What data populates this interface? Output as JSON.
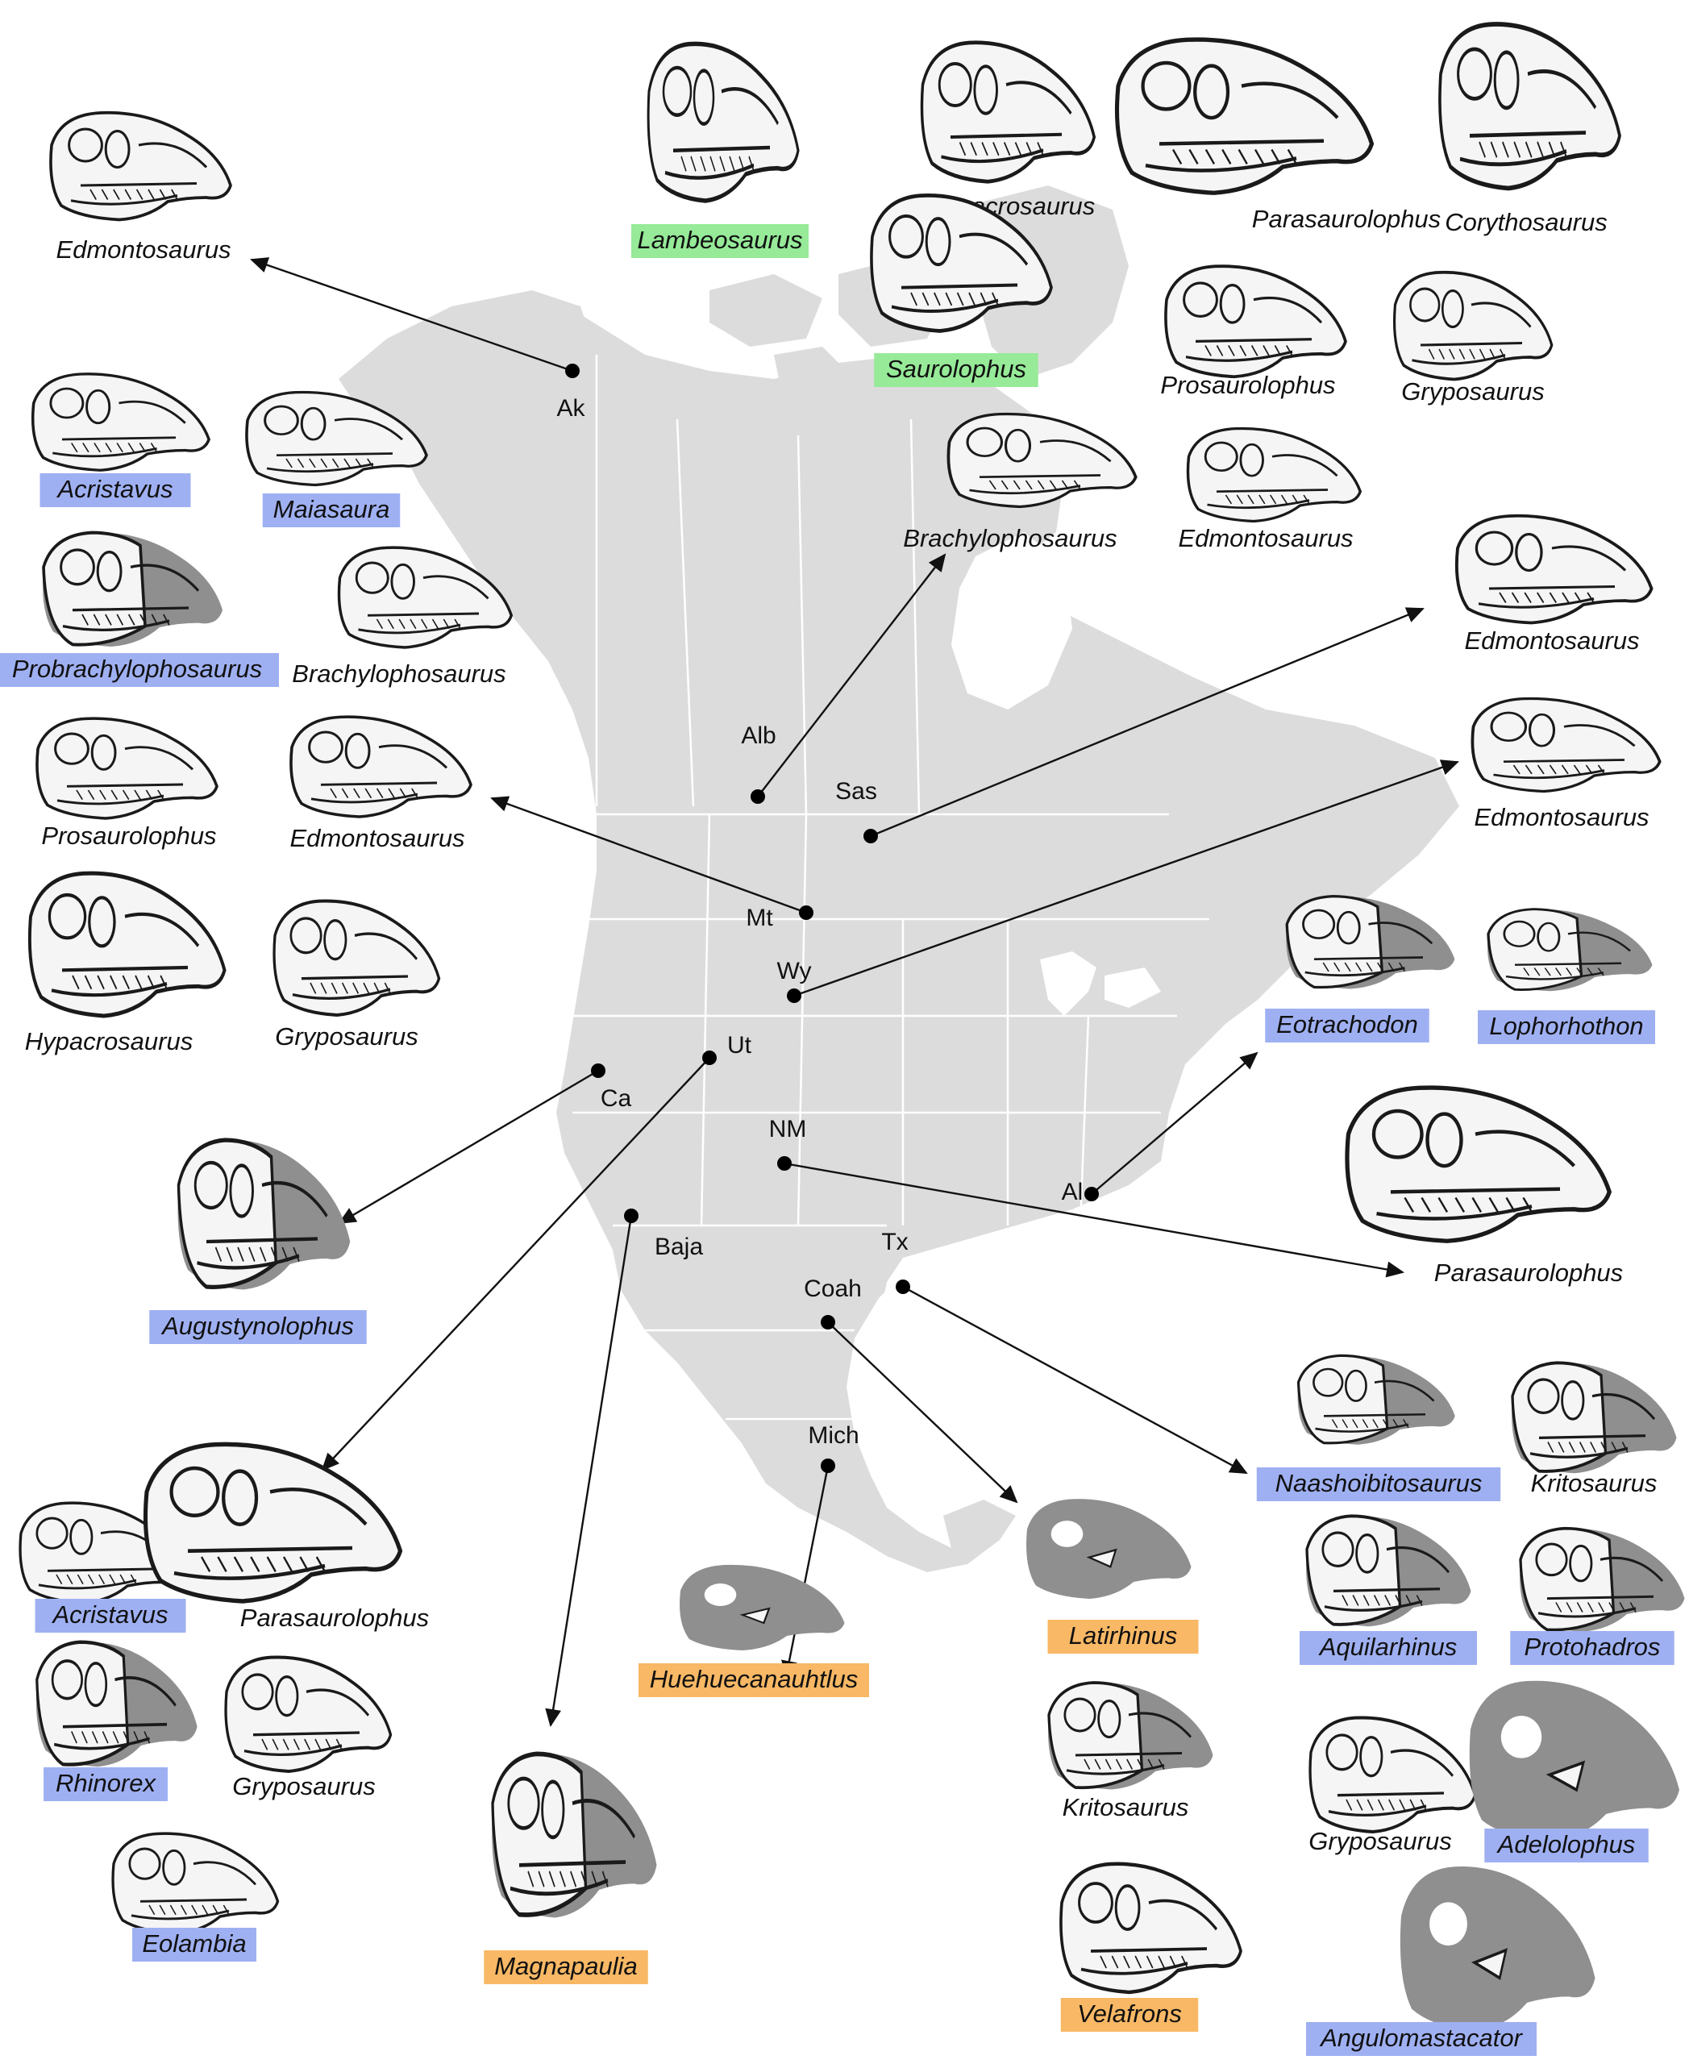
{
  "colors": {
    "land": "#dcdcdc",
    "borders": "#ffffff",
    "blue_highlight": "#9fb0f2",
    "green_highlight": "#96ea98",
    "orange_highlight": "#f8b865",
    "silhouette": "#8f8f8f"
  },
  "sites": [
    {
      "id": "ak",
      "label": "Ak"
    },
    {
      "id": "alb",
      "label": "Alb"
    },
    {
      "id": "sas",
      "label": "Sas"
    },
    {
      "id": "mt",
      "label": "Mt"
    },
    {
      "id": "wy",
      "label": "Wy"
    },
    {
      "id": "ut",
      "label": "Ut"
    },
    {
      "id": "ca",
      "label": "Ca"
    },
    {
      "id": "nm",
      "label": "NM"
    },
    {
      "id": "al",
      "label": "Al"
    },
    {
      "id": "baja",
      "label": "Baja"
    },
    {
      "id": "tx",
      "label": "Tx"
    },
    {
      "id": "coah",
      "label": "Coah"
    },
    {
      "id": "mich",
      "label": "Mich"
    }
  ],
  "taxa": [
    {
      "id": "edmontosaurus-ak",
      "name": "Edmontosaurus",
      "highlight": "none",
      "style": "drawn"
    },
    {
      "id": "lambeosaurus",
      "name": "Lambeosaurus",
      "highlight": "green",
      "style": "drawn"
    },
    {
      "id": "hypacrosaurus-top",
      "name": "Hypacrosaurus",
      "highlight": "none",
      "style": "drawn"
    },
    {
      "id": "parasaurolophus-top",
      "name": "Parasaurolophus",
      "highlight": "none",
      "style": "drawn"
    },
    {
      "id": "corythosaurus",
      "name": "Corythosaurus",
      "highlight": "none",
      "style": "drawn"
    },
    {
      "id": "saurolophus",
      "name": "Saurolophus",
      "highlight": "green",
      "style": "drawn"
    },
    {
      "id": "prosaurolophus-top",
      "name": "Prosaurolophus",
      "highlight": "none",
      "style": "drawn"
    },
    {
      "id": "gryposaurus-top",
      "name": "Gryposaurus",
      "highlight": "none",
      "style": "drawn"
    },
    {
      "id": "brachylophosaurus-top",
      "name": "Brachylophosaurus",
      "highlight": "none",
      "style": "drawn"
    },
    {
      "id": "edmontosaurus-top",
      "name": "Edmontosaurus",
      "highlight": "none",
      "style": "drawn"
    },
    {
      "id": "acristavus-left",
      "name": "Acristavus",
      "highlight": "blue",
      "style": "drawn"
    },
    {
      "id": "maiasaura",
      "name": "Maiasaura",
      "highlight": "blue",
      "style": "drawn"
    },
    {
      "id": "probrachylophosaurus",
      "name": "Probrachylophosaurus",
      "highlight": "blue",
      "style": "partial"
    },
    {
      "id": "brachylophosaurus-left",
      "name": "Brachylophosaurus",
      "highlight": "none",
      "style": "drawn"
    },
    {
      "id": "prosaurolophus-left",
      "name": "Prosaurolophus",
      "highlight": "none",
      "style": "drawn"
    },
    {
      "id": "edmontosaurus-mt",
      "name": "Edmontosaurus",
      "highlight": "none",
      "style": "drawn"
    },
    {
      "id": "hypacrosaurus-left",
      "name": "Hypacrosaurus",
      "highlight": "none",
      "style": "drawn"
    },
    {
      "id": "gryposaurus-left",
      "name": "Gryposaurus",
      "highlight": "none",
      "style": "drawn"
    },
    {
      "id": "edmontosaurus-sas",
      "name": "Edmontosaurus",
      "highlight": "none",
      "style": "drawn"
    },
    {
      "id": "edmontosaurus-wy",
      "name": "Edmontosaurus",
      "highlight": "none",
      "style": "drawn"
    },
    {
      "id": "eotrachodon",
      "name": "Eotrachodon",
      "highlight": "blue",
      "style": "partial"
    },
    {
      "id": "lophorhothon",
      "name": "Lophorhothon",
      "highlight": "blue",
      "style": "partial"
    },
    {
      "id": "parasaurolophus-nm",
      "name": "Parasaurolophus",
      "highlight": "none",
      "style": "drawn"
    },
    {
      "id": "augustynolophus",
      "name": "Augustynolophus",
      "highlight": "blue",
      "style": "partial"
    },
    {
      "id": "naashoibitosaurus",
      "name": "Naashoibitosaurus",
      "highlight": "blue",
      "style": "partial"
    },
    {
      "id": "kritosaurus-tx",
      "name": "Kritosaurus",
      "highlight": "none",
      "style": "partial"
    },
    {
      "id": "aquilarhinus",
      "name": "Aquilarhinus",
      "highlight": "blue",
      "style": "partial"
    },
    {
      "id": "protohadros",
      "name": "Protohadros",
      "highlight": "blue",
      "style": "partial"
    },
    {
      "id": "gryposaurus-tx",
      "name": "Gryposaurus",
      "highlight": "none",
      "style": "drawn"
    },
    {
      "id": "adelolophus",
      "name": "Adelolophus",
      "highlight": "blue",
      "style": "silhouette"
    },
    {
      "id": "angulomastacator",
      "name": "Angulomastacator",
      "highlight": "blue",
      "style": "silhouette"
    },
    {
      "id": "acristavus-ut",
      "name": "Acristavus",
      "highlight": "blue",
      "style": "drawn"
    },
    {
      "id": "parasaurolophus-ut",
      "name": "Parasaurolophus",
      "highlight": "none",
      "style": "drawn"
    },
    {
      "id": "rhinorex",
      "name": "Rhinorex",
      "highlight": "blue",
      "style": "partial"
    },
    {
      "id": "gryposaurus-ut",
      "name": "Gryposaurus",
      "highlight": "none",
      "style": "drawn"
    },
    {
      "id": "eolambia",
      "name": "Eolambia",
      "highlight": "blue",
      "style": "drawn"
    },
    {
      "id": "huehuecanauhtlus",
      "name": "Huehuecanauhtlus",
      "highlight": "orange",
      "style": "silhouette"
    },
    {
      "id": "magnapaulia",
      "name": "Magnapaulia",
      "highlight": "orange",
      "style": "partial"
    },
    {
      "id": "latirhinus",
      "name": "Latirhinus",
      "highlight": "orange",
      "style": "silhouette"
    },
    {
      "id": "kritosaurus-coah",
      "name": "Kritosaurus",
      "highlight": "none",
      "style": "partial"
    },
    {
      "id": "velafrons",
      "name": "Velafrons",
      "highlight": "orange",
      "style": "drawn"
    }
  ]
}
